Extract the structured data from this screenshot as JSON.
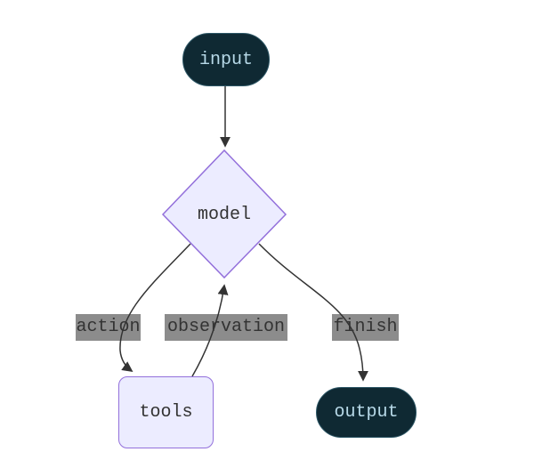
{
  "diagram": {
    "type": "flowchart",
    "background": "#ffffff",
    "nodes": [
      {
        "id": "input",
        "label": "input",
        "shape": "stadium",
        "fill": "#0f2933",
        "stroke": "#2d5766",
        "text_color": "#b7d9e8"
      },
      {
        "id": "model",
        "label": "model",
        "shape": "diamond",
        "fill": "#ececff",
        "stroke": "#9370db",
        "text_color": "#333333"
      },
      {
        "id": "tools",
        "label": "tools",
        "shape": "rounded-rect",
        "fill": "#ececff",
        "stroke": "#9370db",
        "text_color": "#333333"
      },
      {
        "id": "output",
        "label": "output",
        "shape": "stadium",
        "fill": "#0f2933",
        "stroke": "#2d5766",
        "text_color": "#b7d9e8"
      }
    ],
    "edges": [
      {
        "from": "input",
        "to": "model",
        "label": ""
      },
      {
        "from": "model",
        "to": "tools",
        "label": "action"
      },
      {
        "from": "tools",
        "to": "model",
        "label": "observation"
      },
      {
        "from": "model",
        "to": "output",
        "label": "finish"
      }
    ],
    "edge_color": "#333333",
    "edge_label_bg": "#8c8c8c",
    "edge_label_text_color": "#333333"
  }
}
